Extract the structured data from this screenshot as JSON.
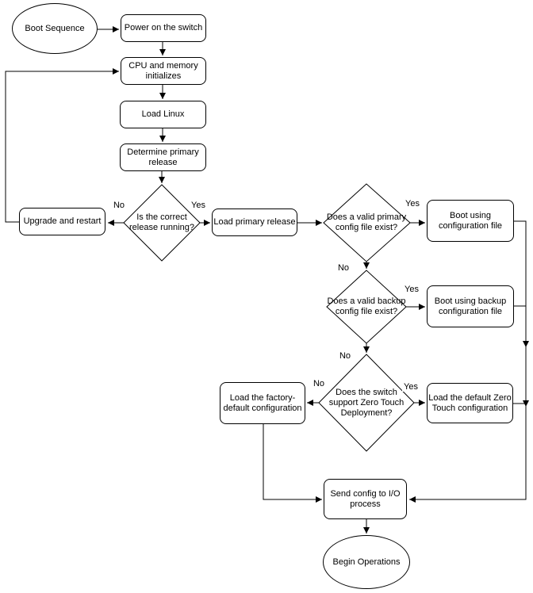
{
  "diagram": {
    "type": "flowchart",
    "colors": {
      "stroke": "#000000",
      "fill": "#ffffff",
      "text": "#000000"
    },
    "nodes": {
      "boot_sequence": {
        "label": "Boot Sequence",
        "shape": "terminator"
      },
      "power_on": {
        "label": "Power on the switch",
        "shape": "process"
      },
      "cpu_memory": {
        "label": "CPU and memory initializes",
        "shape": "process"
      },
      "load_linux": {
        "label": "Load Linux",
        "shape": "process"
      },
      "determine_primary": {
        "label": "Determine primary release",
        "shape": "process"
      },
      "correct_release": {
        "label": "Is the correct release running?",
        "shape": "decision"
      },
      "upgrade_restart": {
        "label": "Upgrade and restart",
        "shape": "process"
      },
      "load_primary": {
        "label": "Load primary release",
        "shape": "process"
      },
      "primary_config": {
        "label": "Does a valid primary config file exist?",
        "shape": "decision"
      },
      "boot_config": {
        "label": "Boot using configuration file",
        "shape": "process"
      },
      "backup_config": {
        "label": "Does a valid backup config file exist?",
        "shape": "decision"
      },
      "boot_backup": {
        "label": "Boot using backup configuration file",
        "shape": "process"
      },
      "ztd": {
        "label": "Does the switch support Zero Touch Deployment?",
        "shape": "decision"
      },
      "factory_default": {
        "label": "Load the factory-default configuration",
        "shape": "process"
      },
      "zero_touch": {
        "label": "Load the default Zero Touch configuration",
        "shape": "process"
      },
      "send_config": {
        "label": "Send config to I/O process",
        "shape": "process"
      },
      "begin_operations": {
        "label": "Begin Operations",
        "shape": "terminator"
      }
    },
    "edge_labels": {
      "yes": "Yes",
      "no": "No"
    }
  }
}
